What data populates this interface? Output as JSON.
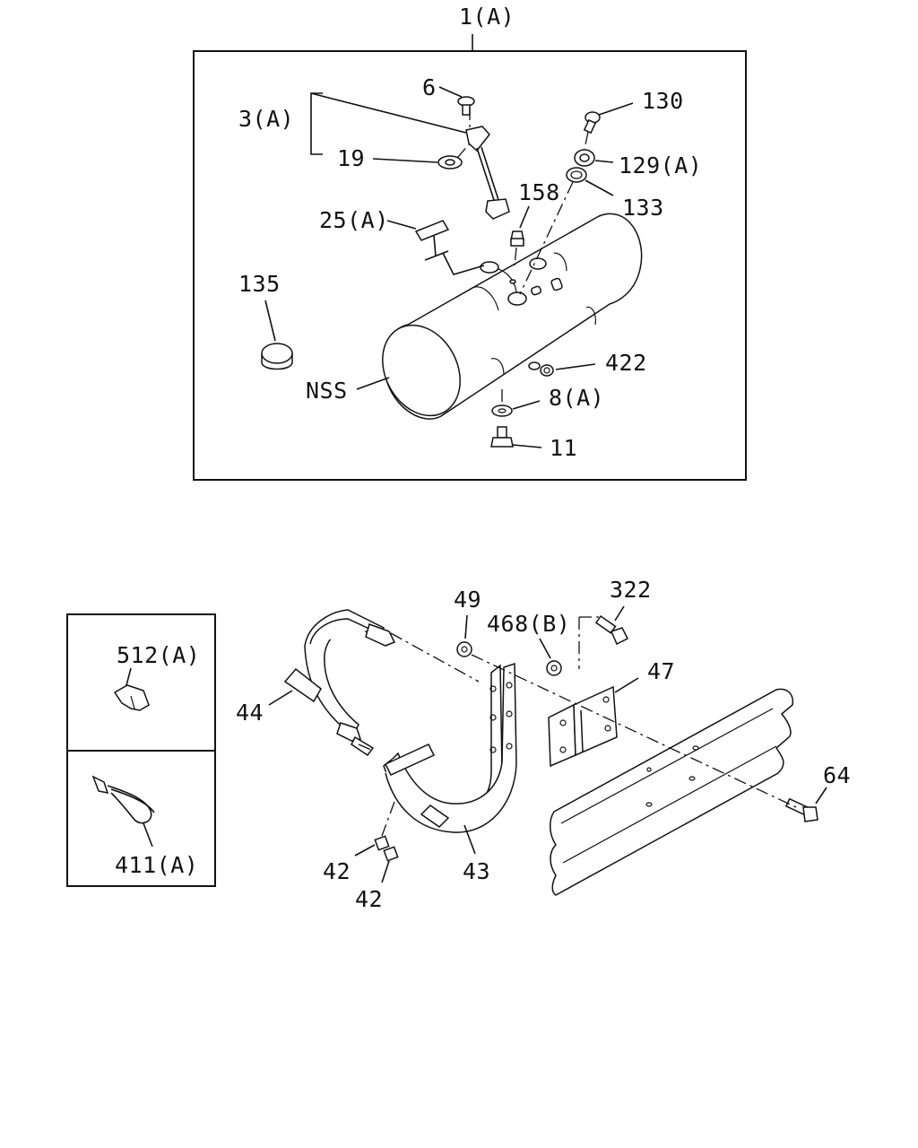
{
  "labels": {
    "l_1a": "1(A)",
    "l_6": "6",
    "l_130": "130",
    "l_3a": "3(A)",
    "l_19": "19",
    "l_129a": "129(A)",
    "l_158": "158",
    "l_133": "133",
    "l_25a": "25(A)",
    "l_135": "135",
    "l_nss": "NSS",
    "l_422": "422",
    "l_8a": "8(A)",
    "l_11": "11",
    "l_49": "49",
    "l_322": "322",
    "l_468b": "468(B)",
    "l_47": "47",
    "l_44": "44",
    "l_64": "64",
    "l_42a": "42",
    "l_42b": "42",
    "l_43": "43",
    "l_512a": "512(A)",
    "l_411a": "411(A)"
  },
  "colors": {
    "ink": "#111111",
    "background": "#ffffff"
  }
}
